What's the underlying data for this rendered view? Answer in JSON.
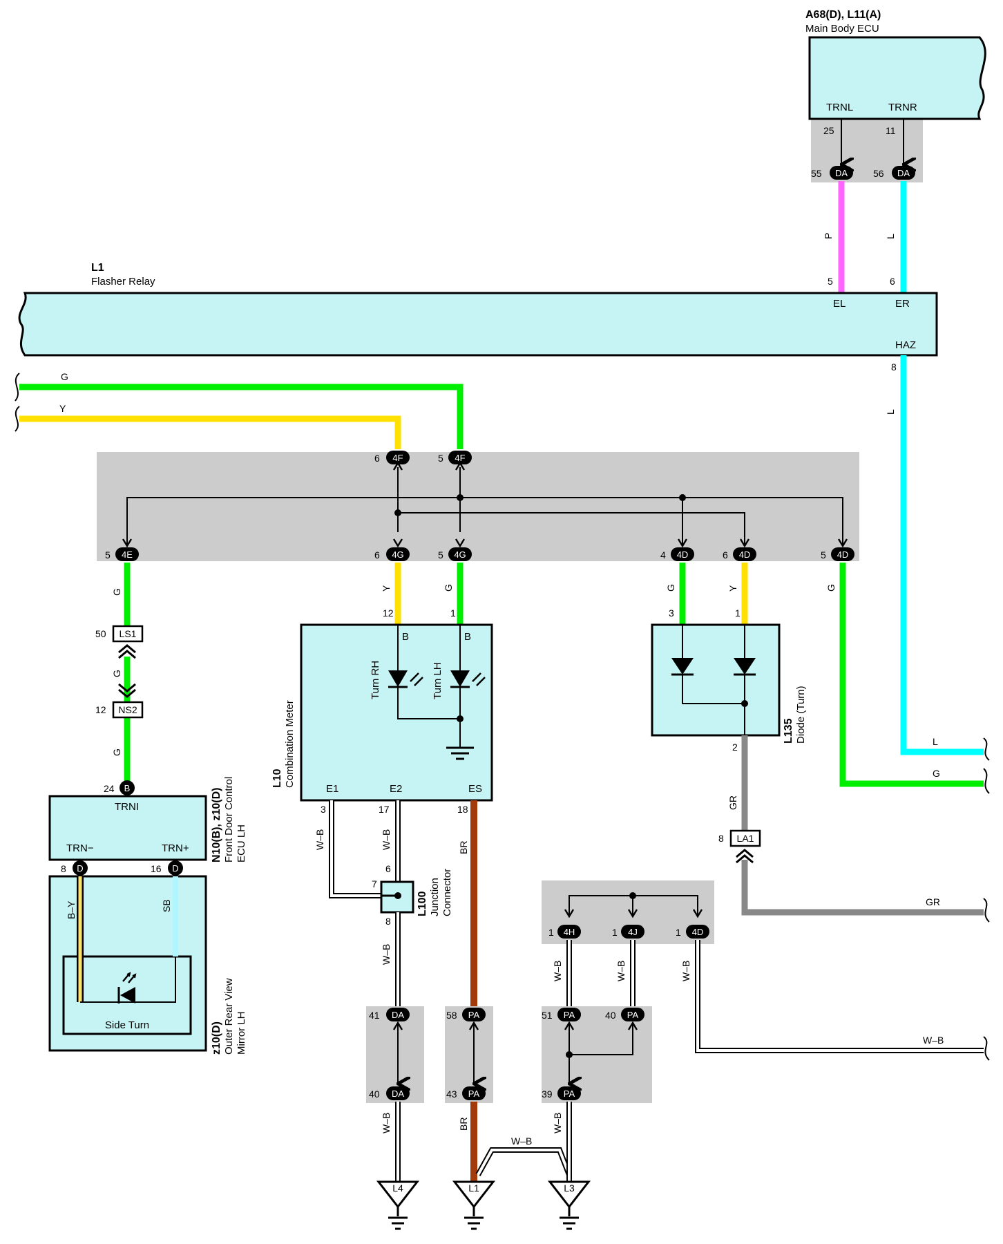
{
  "components": {
    "main_body_ecu": {
      "code": "A68(D), L11(A)",
      "name": "Main Body ECU",
      "terminals": [
        "TRNL",
        "TRNR"
      ]
    },
    "flasher_relay": {
      "code": "L1",
      "name": "Flasher Relay",
      "terminals": [
        "EL",
        "ER",
        "HAZ"
      ]
    },
    "combination_meter": {
      "code": "L10",
      "name": "Combination Meter",
      "terminals": [
        "B",
        "B",
        "E1",
        "E2",
        "ES"
      ],
      "leds": [
        "Turn RH",
        "Turn LH"
      ]
    },
    "diode": {
      "code": "L135",
      "name": "Diode (Turn)"
    },
    "front_door_ecu": {
      "code": "N10(B), z10(D)",
      "name_line1": "Front Door Control",
      "name_line2": "ECU LH",
      "terminals": [
        "TRNI",
        "TRN−",
        "TRN+"
      ]
    },
    "mirror": {
      "code": "z10(D)",
      "name_line1": "Outer Rear View",
      "name_line2": "Mirror LH",
      "inner": "Side Turn"
    },
    "junction_connector": {
      "code": "L100",
      "name_line1": "Junction",
      "name_line2": "Connector"
    }
  },
  "connectors": {
    "DA": "DA",
    "4F": "4F",
    "4G": "4G",
    "4E": "4E",
    "4D": "4D",
    "4H": "4H",
    "4J": "4J",
    "PA": "PA",
    "D": "D",
    "B": "B",
    "LS1": "LS1",
    "NS2": "NS2",
    "LA1": "LA1"
  },
  "grounds": [
    "L4",
    "L1",
    "L3"
  ],
  "wire_colors": {
    "P": "P",
    "L": "L",
    "G": "G",
    "Y": "Y",
    "GR": "GR",
    "BR": "BR",
    "WB": "W–B",
    "BY": "B–Y",
    "SB": "SB"
  },
  "pins": {
    "p25": "25",
    "p11": "11",
    "p55": "55",
    "p56": "56",
    "p5": "5",
    "p6": "6",
    "p8": "8",
    "p4": "4",
    "p12": "12",
    "p1": "1",
    "p3": "3",
    "p2": "2",
    "p50": "50",
    "p24": "24",
    "p16": "16",
    "p17": "17",
    "p18": "18",
    "p7": "7",
    "p41": "41",
    "p40": "40",
    "p58": "58",
    "p43": "43",
    "p51": "51",
    "p39": "39"
  },
  "colors": {
    "green": "#00ee00",
    "yellow": "#ffe000",
    "cyan": "#00ffff",
    "pink": "#ff66ff",
    "brown": "#a33a0a",
    "gray": "#888888",
    "light_blue": "#b0f6ff",
    "shade": "#cccccc",
    "box": "#c6f4f4"
  }
}
